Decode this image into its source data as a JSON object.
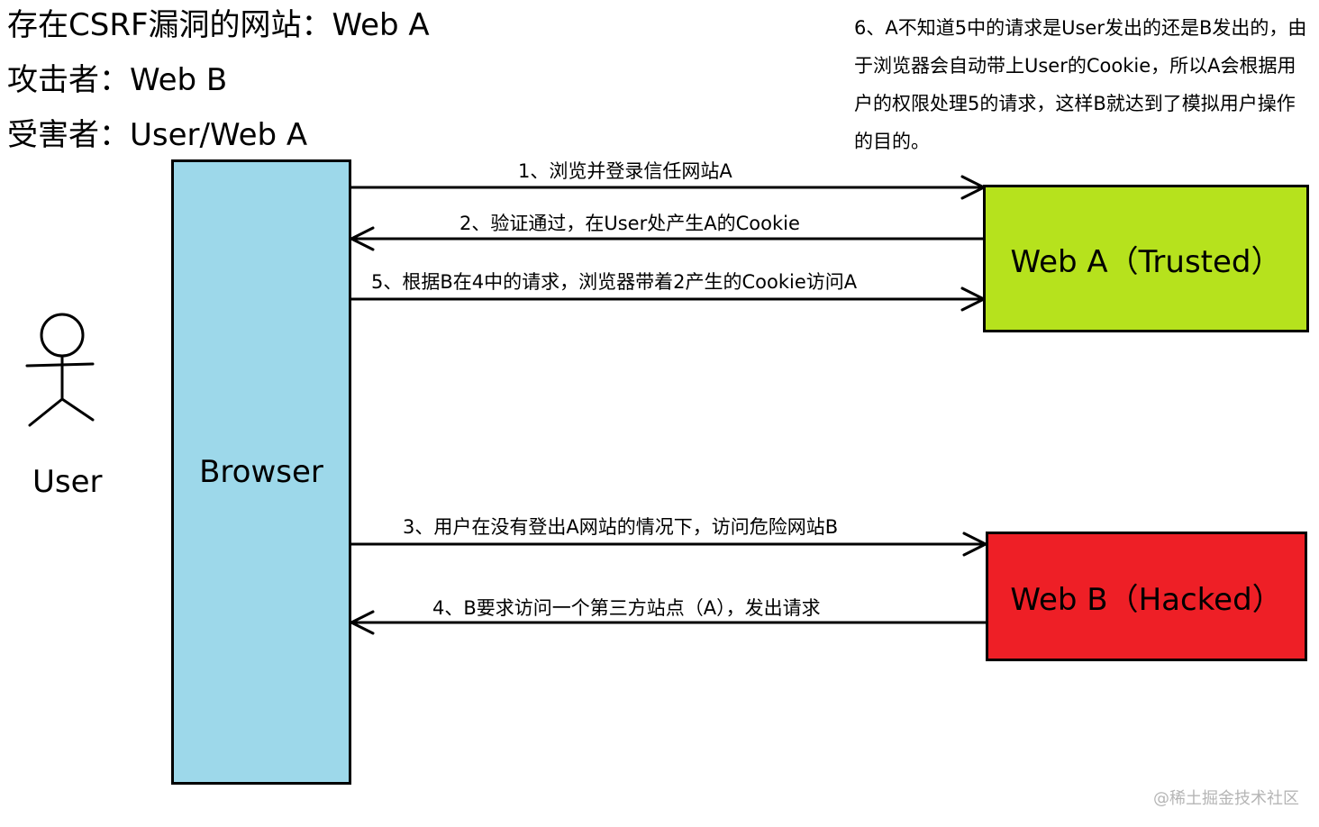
{
  "headings": {
    "vuln_site": "存在CSRF漏洞的网站：Web A",
    "attacker": "攻击者：Web B",
    "victim": "受害者：User/Web A"
  },
  "note": "6、A不知道5中的请求是User发出的还是B发出的，由于浏览器会自动带上User的Cookie，所以A会根据用户的权限处理5的请求，这样B就达到了模拟用户操作的目的。",
  "actors": {
    "user": "User",
    "browser": "Browser",
    "web_a": "Web A（Trusted）",
    "web_b": "Web B（Hacked）"
  },
  "steps": [
    "1、浏览并登录信任网站A",
    "2、验证通过，在User处产生A的Cookie",
    "5、根据B在4中的请求，浏览器带着2产生的Cookie访问A",
    "3、用户在没有登出A网站的情况下，访问危险网站B",
    "4、B要求访问一个第三方站点（A），发出请求"
  ],
  "watermark": "@稀土掘金技术社区",
  "colors": {
    "browser": "#9dd8ea",
    "web_a": "#b6e21d",
    "web_b": "#ee1f26"
  }
}
